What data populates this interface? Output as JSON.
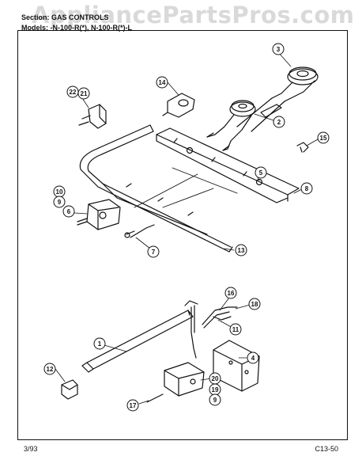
{
  "watermark": "AppliancePartsPros.com",
  "header": {
    "section_line": "Section: GAS CONTROLS",
    "models_line": "Models: -N-100-R(*), N-100-R(*)-L"
  },
  "footer": {
    "date": "3/93",
    "page_code": "C13-50"
  },
  "callouts": [
    {
      "id": "c3",
      "label": "3"
    },
    {
      "id": "c2",
      "label": "2"
    },
    {
      "id": "c22",
      "label": "22"
    },
    {
      "id": "c21",
      "label": "21"
    },
    {
      "id": "c14",
      "label": "14"
    },
    {
      "id": "c15",
      "label": "15"
    },
    {
      "id": "c5",
      "label": "5"
    },
    {
      "id": "c8",
      "label": "8"
    },
    {
      "id": "c10",
      "label": "10"
    },
    {
      "id": "c9a",
      "label": "9"
    },
    {
      "id": "c6",
      "label": "6"
    },
    {
      "id": "c7",
      "label": "7"
    },
    {
      "id": "c13",
      "label": "13"
    },
    {
      "id": "c16",
      "label": "16"
    },
    {
      "id": "c18",
      "label": "18"
    },
    {
      "id": "c11",
      "label": "11"
    },
    {
      "id": "c1",
      "label": "1"
    },
    {
      "id": "c4",
      "label": "4"
    },
    {
      "id": "c12",
      "label": "12"
    },
    {
      "id": "c20",
      "label": "20"
    },
    {
      "id": "c19",
      "label": "19"
    },
    {
      "id": "c9b",
      "label": "9"
    },
    {
      "id": "c17",
      "label": "17"
    }
  ]
}
